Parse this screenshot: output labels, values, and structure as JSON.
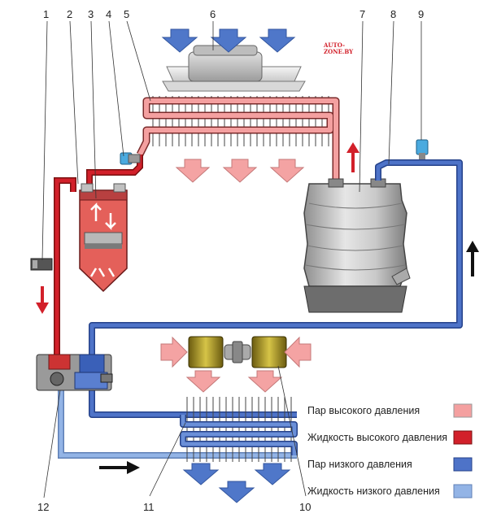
{
  "watermark": {
    "line1": "AUTO-",
    "line2": "ZONE.BY"
  },
  "callouts": [
    "1",
    "2",
    "3",
    "4",
    "5",
    "6",
    "7",
    "8",
    "9",
    "10",
    "11",
    "12"
  ],
  "legend": [
    {
      "label": "Пар высокого давления",
      "color": "#f4a0a0"
    },
    {
      "label": "Жидкость высокого давления",
      "color": "#d2202a"
    },
    {
      "label": "Пар низкого давления",
      "color": "#4e73c8"
    },
    {
      "label": "Жидкость низкого давления",
      "color": "#93b4e6"
    }
  ],
  "colors": {
    "hp_vapor": "#f4a0a0",
    "hp_liquid": "#d2202a",
    "lp_vapor": "#4e73c8",
    "lp_liquid": "#93b4e6",
    "airflow_in": "#4f77c9",
    "airflow_out": "#f4a3a3"
  }
}
